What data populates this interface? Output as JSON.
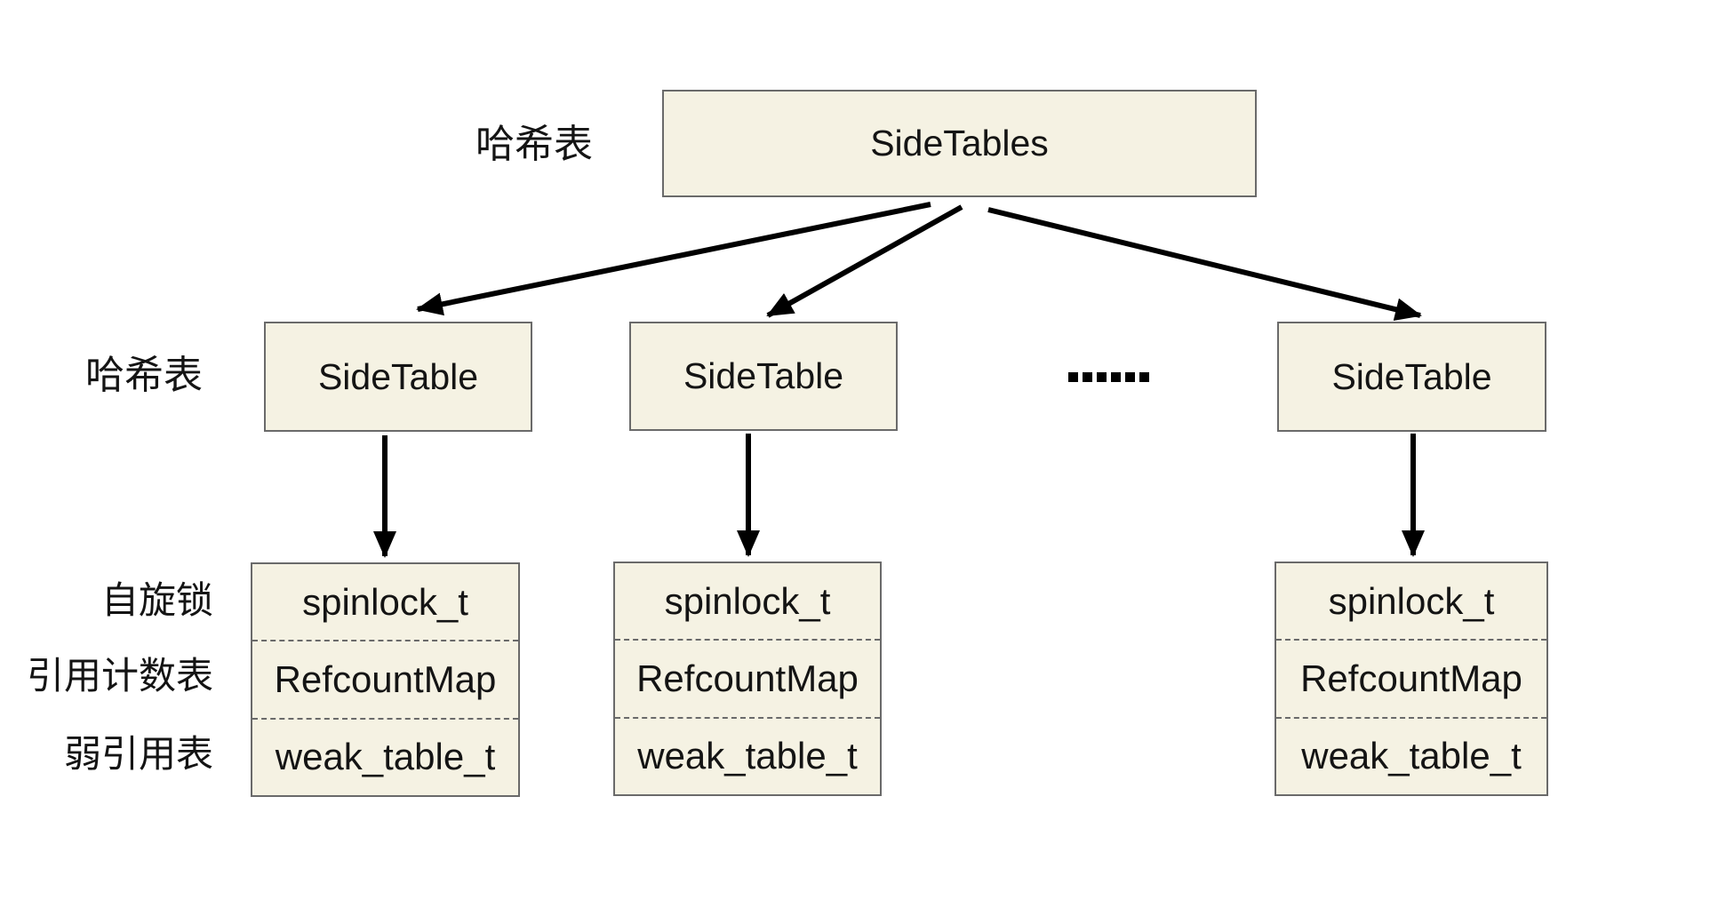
{
  "colors": {
    "background": "#ffffff",
    "box_fill": "#f5f2e3",
    "box_border": "#6a6a6a",
    "text": "#141414",
    "arrow": "#000000"
  },
  "top": {
    "side_label": "哈希表",
    "box_label": "SideTables"
  },
  "middle": {
    "side_label": "哈希表",
    "boxes": [
      "SideTable",
      "SideTable",
      "SideTable"
    ],
    "ellipsis_dot_count": 6
  },
  "structs": {
    "side_labels": [
      "自旋锁",
      "引用计数表",
      "弱引用表"
    ],
    "fields": [
      "spinlock_t",
      "RefcountMap",
      "weak_table_t"
    ],
    "instance_count": 3
  }
}
